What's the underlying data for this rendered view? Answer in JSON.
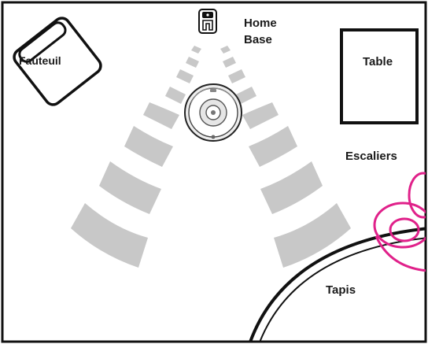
{
  "labels": {
    "home_base_line1": "Home",
    "home_base_line2": "Base",
    "fauteuil": "Fauteuil",
    "table": "Table",
    "escaliers": "Escaliers",
    "tapis": "Tapis"
  },
  "colors": {
    "border": "#111111",
    "signal": "#c8c8c8",
    "cliff_marker": "#e0218a",
    "robot_body": "#eeeeee"
  },
  "icons": {
    "home_base": "dock-icon",
    "robot": "robot-vacuum-icon",
    "cliff": "cliff-sensor-marker"
  }
}
